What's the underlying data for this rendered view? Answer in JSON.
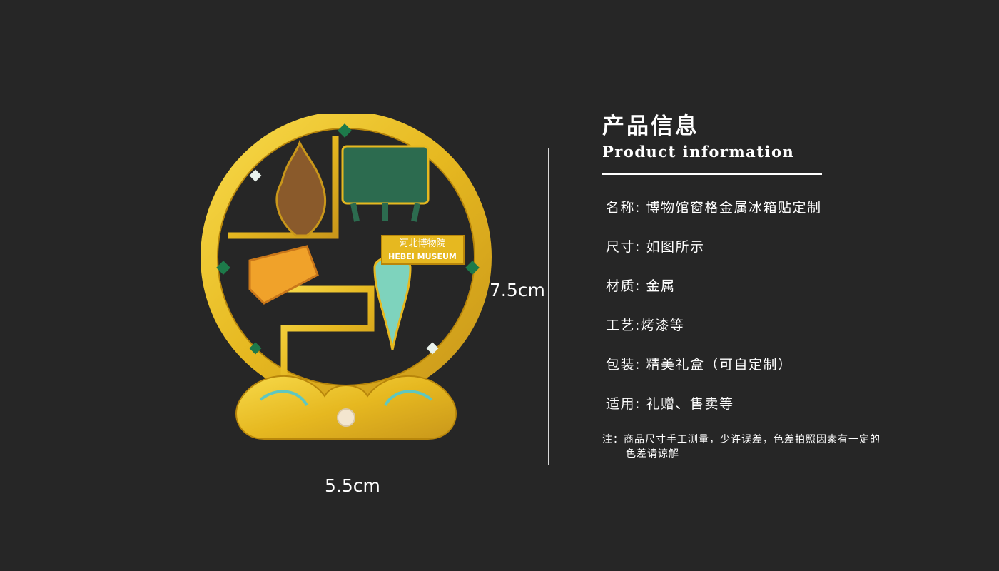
{
  "dimensions": {
    "height_label": "7.5cm",
    "width_label": "5.5cm"
  },
  "product_image": {
    "plaque_text_cn": "河北博物院",
    "plaque_text_en": "HEBEI MUSEUM",
    "colors": {
      "gold": "#e6b820",
      "gold_light": "#f7d949",
      "gold_dark": "#b8860b",
      "jade": "#2c6b4f",
      "enamel_teal": "#5fc7c0",
      "flame_bronze": "#8a5a2b",
      "lamp_orange": "#f0a22a",
      "pearl": "#f3e6cf"
    }
  },
  "info": {
    "title_cn": "产品信息",
    "title_en": "Product information",
    "specs": [
      "名称: 博物馆窗格金属冰箱贴定制",
      "尺寸: 如图所示",
      "材质: 金属",
      "工艺:烤漆等",
      "包装: 精美礼盒（可自定制）",
      "适用: 礼赠、售卖等"
    ],
    "note_line1": "注：商品尺寸手工测量，少许误差，色差拍照因素有一定的",
    "note_line2": "色差请谅解"
  }
}
